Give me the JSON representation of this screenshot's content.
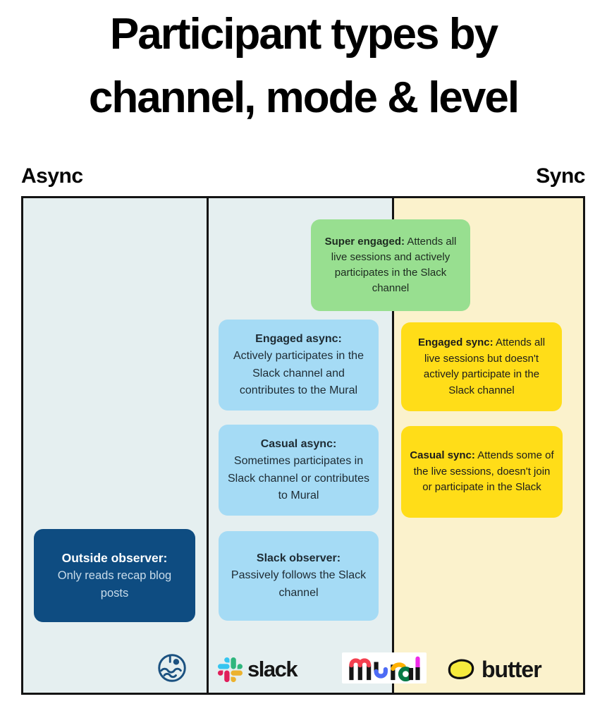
{
  "title": {
    "line1": "Participant types by",
    "line2": "channel, mode & level"
  },
  "axis": {
    "left_label": "Async",
    "right_label": "Sync"
  },
  "cards": [
    {
      "id": "super-engaged",
      "title": "Super engaged:",
      "body": "Attends all live sessions and actively participates in the Slack channel"
    },
    {
      "id": "engaged-async",
      "title": "Engaged async:",
      "body": "Actively participates in the Slack channel and contributes to the Mural"
    },
    {
      "id": "engaged-sync",
      "title": "Engaged sync:",
      "body": "Attends all live sessions but doesn't actively participate in the Slack channel"
    },
    {
      "id": "casual-async",
      "title": "Casual async:",
      "body": "Sometimes participates in Slack channel or contributes to Mural"
    },
    {
      "id": "casual-sync",
      "title": "Casual sync:",
      "body": "Attends some of the live sessions, doesn't join or participate in the Slack"
    },
    {
      "id": "outside-observer",
      "title": "Outside observer:",
      "body": "Only reads recap blog posts"
    },
    {
      "id": "slack-observer",
      "title": "Slack observer:",
      "body": "Passively follows the Slack channel"
    }
  ],
  "logos": {
    "recap_blog_icon": "circle-waves-blog-logo",
    "slack_label": "slack",
    "mural_label": "Mural",
    "butter_label": "butter"
  },
  "colors": {
    "async_column_bg": "#E5EFF0",
    "sync_column_bg": "#FBF2CC",
    "green_card": "#98DF90",
    "blue_card": "#A5DBF5",
    "yellow_card": "#FFDD18",
    "navy_card": "#0E4C81",
    "grid_border": "#141414",
    "slack_blue": "#36C5F0",
    "slack_green": "#2EB67D",
    "slack_yellow": "#ECB22E",
    "slack_red": "#E01E5A",
    "butter_yellow": "#F6EB3D",
    "recap_navy": "#1B5180"
  }
}
